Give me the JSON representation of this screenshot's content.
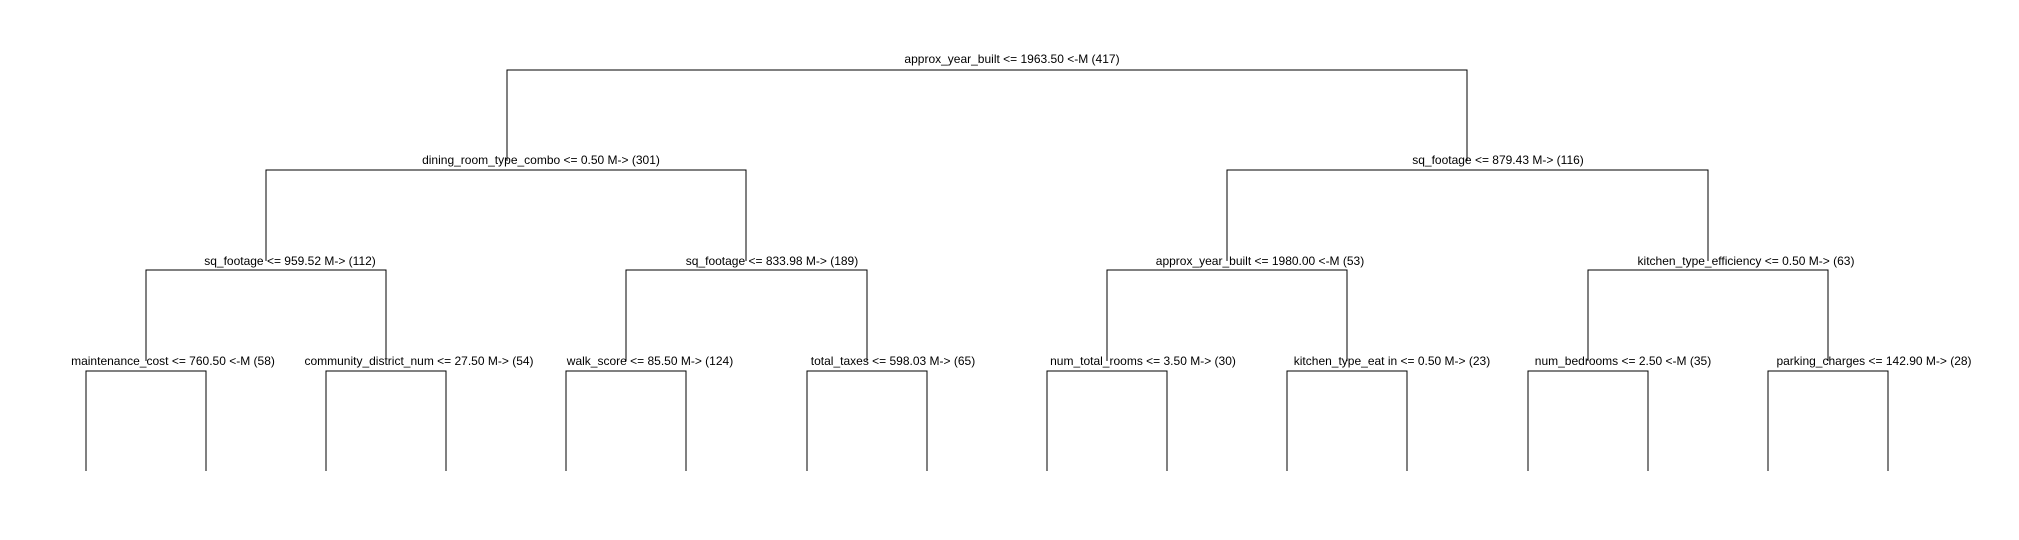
{
  "tree": {
    "root": {
      "label": "approx_year_built <= 1963.50 <-M (417)",
      "left": {
        "label": "dining_room_type_combo <= 0.50 M-> (301)",
        "left": {
          "label": "sq_footage <= 959.52 M-> (112)",
          "left": {
            "label": "maintenance_cost <= 760.50 <-M (58)"
          },
          "right": {
            "label": "community_district_num <= 27.50 M-> (54)"
          }
        },
        "right": {
          "label": "sq_footage <= 833.98 M-> (189)",
          "left": {
            "label": "walk_score <= 85.50 M-> (124)"
          },
          "right": {
            "label": "total_taxes <= 598.03 M-> (65)"
          }
        }
      },
      "right": {
        "label": "sq_footage <= 879.43 M-> (116)",
        "left": {
          "label": "approx_year_built <= 1980.00 <-M (53)",
          "left": {
            "label": "num_total_rooms <= 3.50 M-> (30)"
          },
          "right": {
            "label": "kitchen_type_eat in <= 0.50 M-> (23)"
          }
        },
        "right": {
          "label": "kitchen_type_efficiency <= 0.50 M-> (63)",
          "left": {
            "label": "num_bedrooms <= 2.50 <-M (35)"
          },
          "right": {
            "label": "parking_charges <= 142.90 M-> (28)"
          }
        }
      }
    }
  }
}
